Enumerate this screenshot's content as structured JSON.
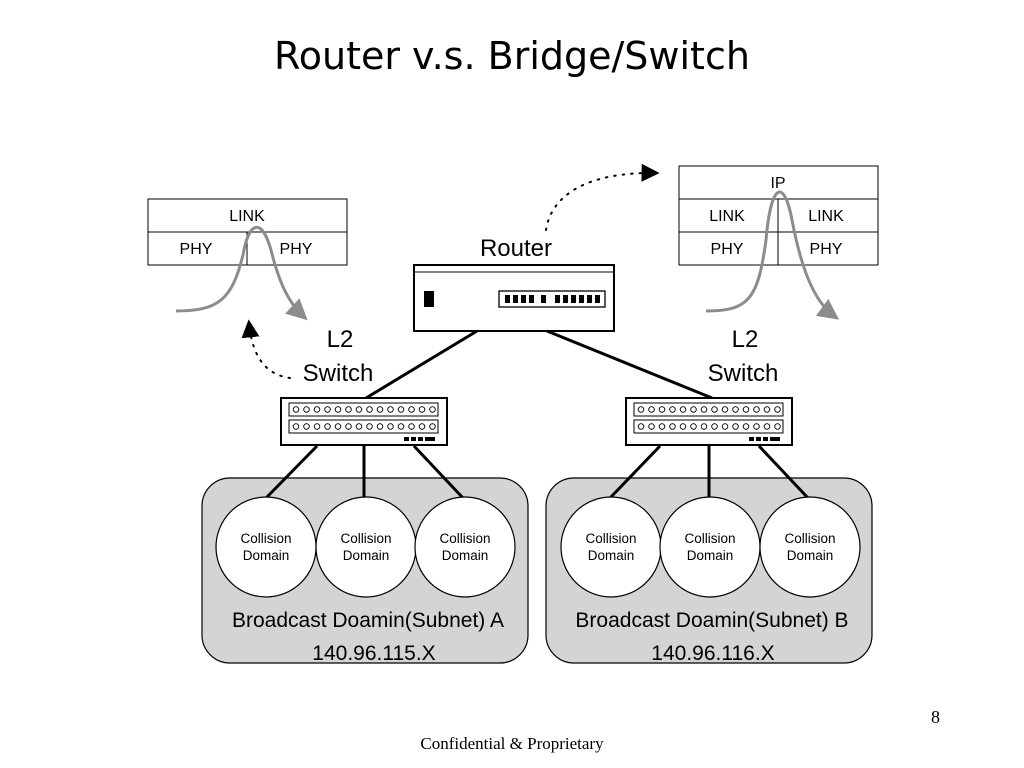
{
  "slide": {
    "title": "Router v.s. Bridge/Switch",
    "page_number": "8",
    "footer": "Confidential & Proprietary"
  },
  "router": {
    "label": "Router"
  },
  "switch_left": {
    "label_line1": "L2",
    "label_line2": "Switch"
  },
  "switch_right": {
    "label_line1": "L2",
    "label_line2": "Switch"
  },
  "stack_left": {
    "top": "LINK",
    "bottom_left": "PHY",
    "bottom_right": "PHY"
  },
  "stack_right": {
    "top": "IP",
    "mid_left": "LINK",
    "mid_right": "LINK",
    "bottom_left": "PHY",
    "bottom_right": "PHY"
  },
  "collision_domain": {
    "line1": "Collision",
    "line2": "Domain"
  },
  "broadcast_a": {
    "name": "Broadcast Doamin(Subnet) A",
    "subnet": "140.96.115.X"
  },
  "broadcast_b": {
    "name": "Broadcast Doamin(Subnet) B",
    "subnet": "140.96.116.X"
  },
  "colors": {
    "domain_fill": "#d4d4d4",
    "curve": "#8c8c8c",
    "line": "#000000"
  }
}
